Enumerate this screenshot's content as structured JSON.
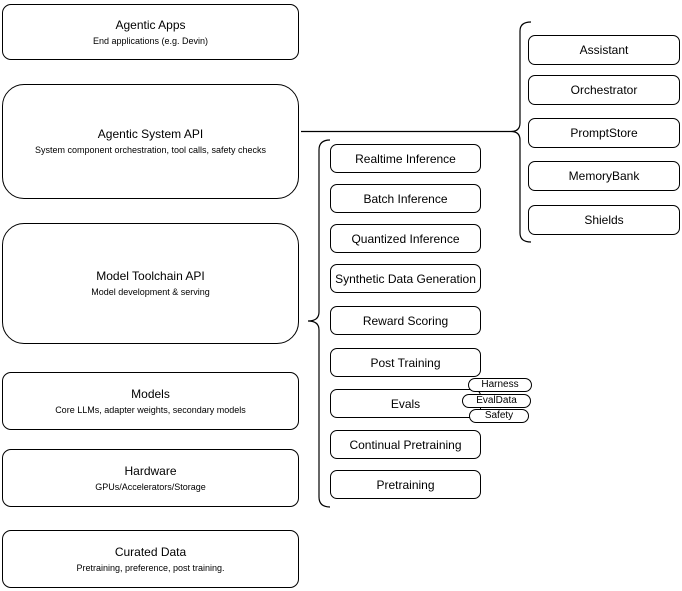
{
  "diagram": {
    "left_stack": [
      {
        "title": "Agentic Apps",
        "subtitle": "End applications (e.g. Devin)"
      },
      {
        "title": "Agentic System API",
        "subtitle": "System component orchestration, tool calls, safety checks"
      },
      {
        "title": "Model Toolchain API",
        "subtitle": "Model development & serving"
      },
      {
        "title": "Models",
        "subtitle": "Core LLMs, adapter weights, secondary models"
      },
      {
        "title": "Hardware",
        "subtitle": "GPUs/Accelerators/Storage"
      },
      {
        "title": "Curated Data",
        "subtitle": "Pretraining, preference, post training."
      }
    ],
    "toolchain_items": [
      "Realtime Inference",
      "Batch Inference",
      "Quantized Inference",
      "Synthetic Data Generation",
      "Reward Scoring",
      "Post Training",
      "Evals",
      "Continual Pretraining",
      "Pretraining"
    ],
    "eval_pills": [
      "Harness",
      "EvalData",
      "Safety"
    ],
    "system_components": [
      "Assistant",
      "Orchestrator",
      "PromptStore",
      "MemoryBank",
      "Shields"
    ],
    "colors": {
      "stroke": "#000000",
      "node_fill": "#ffffff",
      "text": "#000000",
      "background": "#ffffff"
    }
  }
}
